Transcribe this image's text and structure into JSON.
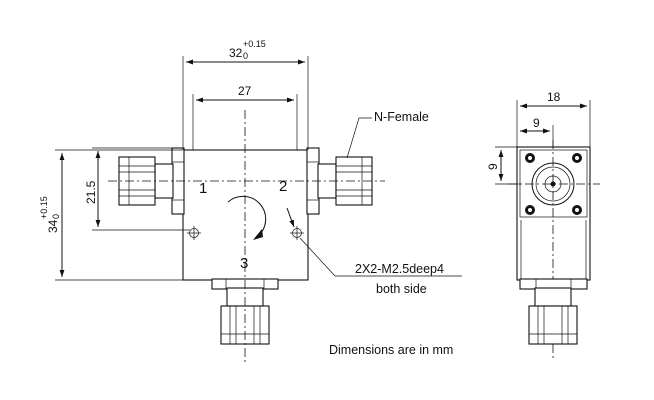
{
  "dimensions": {
    "top_overall": "32",
    "top_overall_tol": "+0.15",
    "top_overall_sub": "0",
    "top_inner": "27",
    "left_overall": "34",
    "left_overall_tol": "+0.15",
    "left_overall_sub": "0",
    "left_inner": "21.5",
    "side_width": "18",
    "side_half": "9",
    "side_vertical": "9"
  },
  "ports": {
    "p1": "1",
    "p2": "2",
    "p3": "3"
  },
  "labels": {
    "connector": "N-Female",
    "hole_spec": "2X2-M2.5deep4",
    "hole_side": "both side",
    "units_note": "Dimensions are in mm"
  }
}
